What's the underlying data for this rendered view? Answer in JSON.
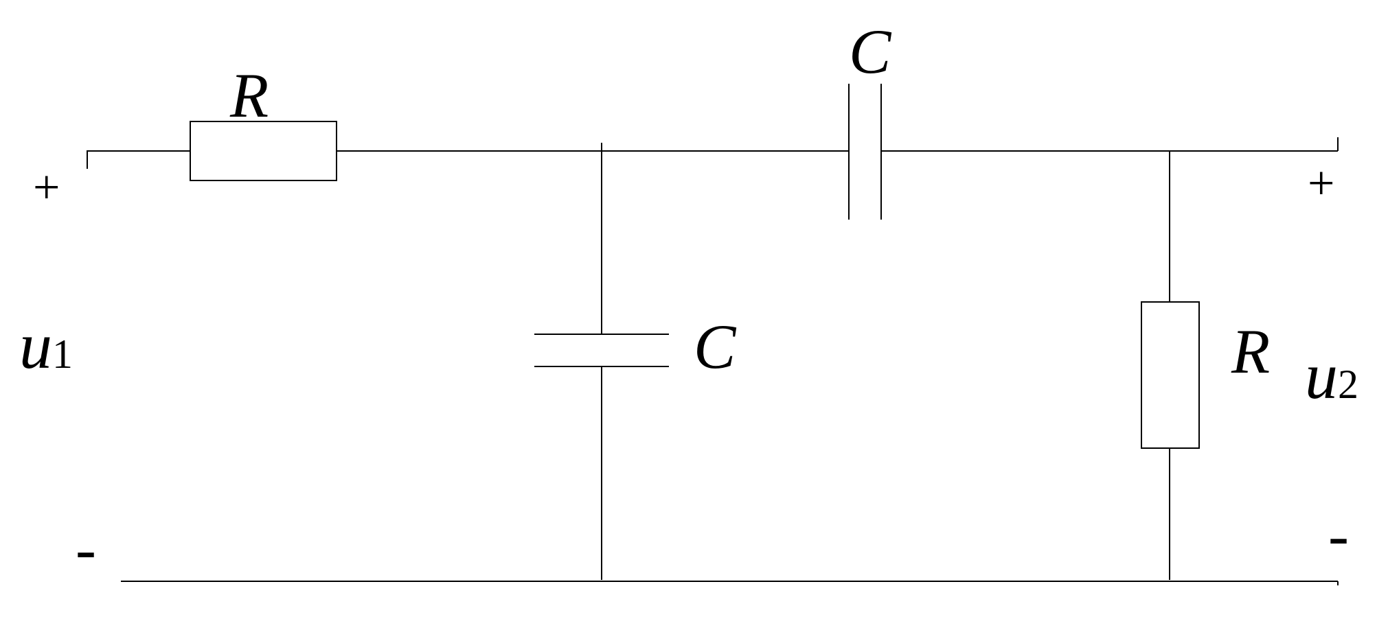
{
  "circuit": {
    "labels": {
      "r_series": "R",
      "c_series": "C",
      "c_shunt": "C",
      "r_shunt": "R"
    },
    "input": {
      "plus": "+",
      "minus": "-",
      "voltage_var": "u",
      "voltage_sub": "1"
    },
    "output": {
      "plus": "+",
      "minus": "-",
      "voltage_var": "u",
      "voltage_sub": "2"
    }
  }
}
